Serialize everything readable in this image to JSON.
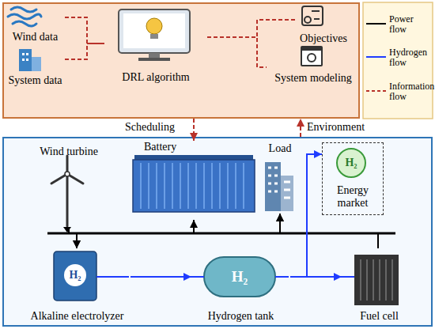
{
  "diagram": {
    "nodes": [
      {
        "text": []
      },
      {
        "text": [
          "Wind data"
        ],
        "in": 0
      },
      {
        "text": [
          "System data"
        ],
        "in": 0
      },
      {
        "text": [
          "DRL algorithm"
        ],
        "in": 0
      },
      {
        "text": [
          "Objectives"
        ],
        "in": 0
      },
      {
        "text": [
          "System modeling"
        ],
        "in": 0
      },
      {
        "text": []
      },
      {
        "text": [
          "Wind turbine"
        ],
        "in": 6
      },
      {
        "text": [
          "Battery"
        ],
        "in": 6
      },
      {
        "text": [
          "Load"
        ],
        "in": 6
      },
      {
        "text": [
          "Energy market"
        ],
        "in": 6
      },
      {
        "text": [
          "Alkaline electrolyzer"
        ],
        "in": 6
      },
      {
        "text": [
          "Hydrogen tank"
        ],
        "in": 6
      },
      {
        "text": [
          "Fuel cell"
        ],
        "in": 6
      }
    ],
    "edges": [
      {
        "from": 1,
        "to": 3,
        "arrow": "none"
      },
      {
        "from": 2,
        "to": 3,
        "arrow": "none"
      },
      {
        "from": 3,
        "to": 4,
        "arrow": "none"
      },
      {
        "from": 3,
        "to": 5,
        "arrow": "none"
      },
      {
        "from": 0,
        "to": 8,
        "label": "Scheduling",
        "arrow": "to"
      },
      {
        "from": 6,
        "to": 0,
        "label": "Environment",
        "arrow": "to"
      },
      {
        "from": 7,
        "to": 9,
        "arrow": "to"
      },
      {
        "from": 7,
        "to": 11,
        "arrow": "to"
      },
      {
        "from": 8,
        "to": 11,
        "arrow": "both"
      },
      {
        "from": 13,
        "to": 9,
        "arrow": "to"
      },
      {
        "from": 11,
        "to": 12,
        "arrow": "to"
      },
      {
        "from": 12,
        "to": 13,
        "arrow": "to"
      },
      {
        "from": 12,
        "to": 10,
        "arrow": "to"
      }
    ],
    "labels": [
      "H₂",
      "H₂",
      "H₂"
    ],
    "legend": [
      {
        "text": "Power flow"
      },
      {
        "text": "Hydrogen flow"
      },
      {
        "text": "Information flow"
      }
    ]
  }
}
